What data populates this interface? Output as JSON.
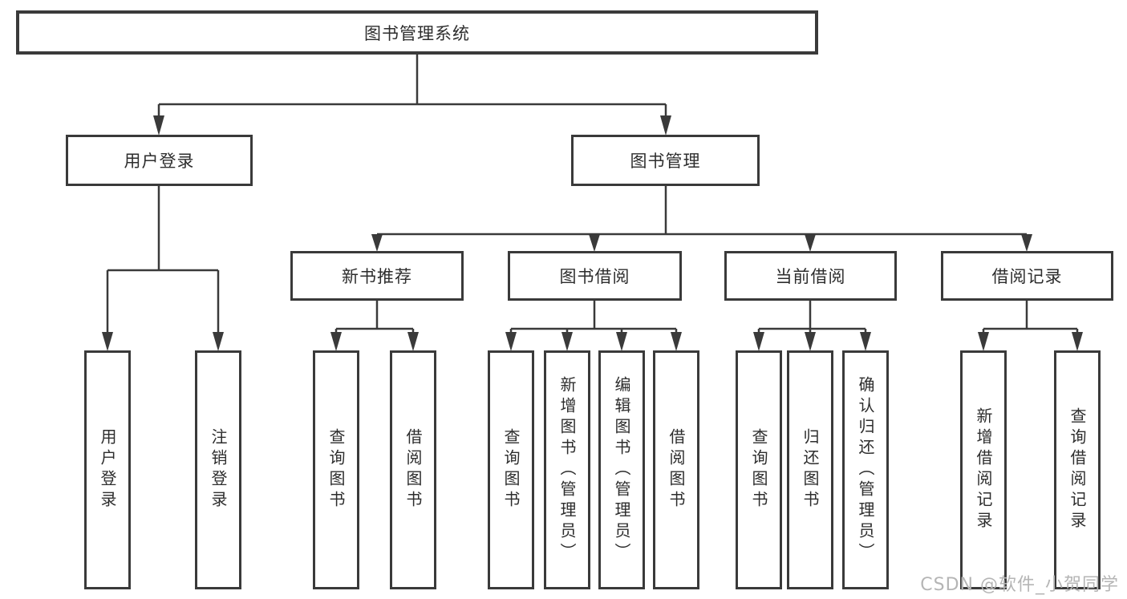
{
  "diagram": {
    "root": {
      "label": "图书管理系统"
    },
    "branches": [
      {
        "label": "用户登录",
        "children": [
          {
            "label": "用户登录"
          },
          {
            "label": "注销登录"
          }
        ]
      },
      {
        "label": "图书管理",
        "children": [
          {
            "label": "新书推荐",
            "children": [
              {
                "label": "查询图书"
              },
              {
                "label": "借阅图书"
              }
            ]
          },
          {
            "label": "图书借阅",
            "children": [
              {
                "label": "查询图书"
              },
              {
                "label": "新增图书（管理员）"
              },
              {
                "label": "编辑图书（管理员）"
              },
              {
                "label": "借阅图书"
              }
            ]
          },
          {
            "label": "当前借阅",
            "children": [
              {
                "label": "查询图书"
              },
              {
                "label": "归还图书"
              },
              {
                "label": "确认归还（管理员）"
              }
            ]
          },
          {
            "label": "借阅记录",
            "children": [
              {
                "label": "新增借阅记录"
              },
              {
                "label": "查询借阅记录"
              }
            ]
          }
        ]
      }
    ]
  },
  "watermark": {
    "text": "CSDN @软件_小贺同学"
  },
  "colors": {
    "line": "#3a3a3a",
    "text": "#2d2d2d",
    "background": "#ffffff",
    "watermark": "#b5b5b5"
  }
}
